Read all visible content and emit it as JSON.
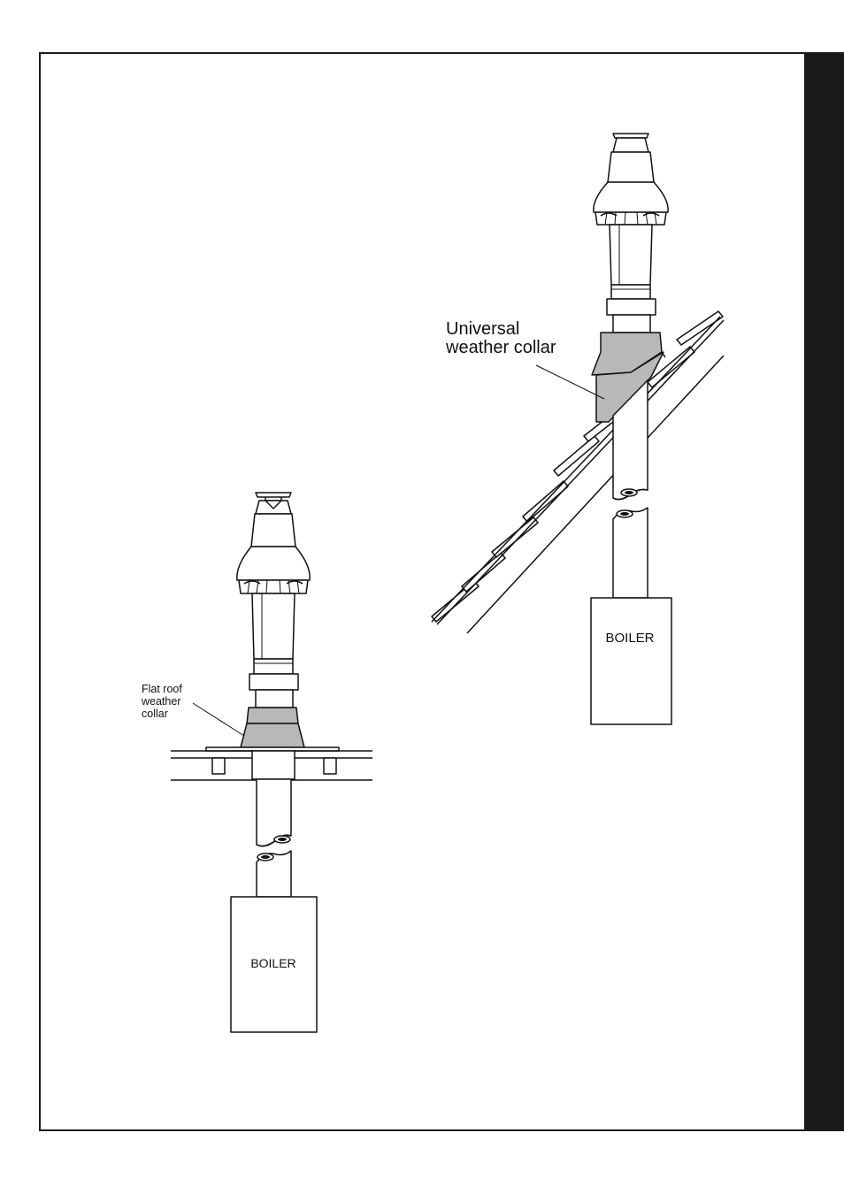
{
  "labels": {
    "universal_collar": [
      "Universal",
      "weather collar"
    ],
    "flat_collar": [
      "Flat roof",
      "weather",
      "collar"
    ],
    "boiler_left": "BOILER",
    "boiler_right": "BOILER"
  },
  "colors": {
    "frame": "#1a1a1a",
    "collar_fill": "#b8b8b8",
    "ink": "#111111"
  }
}
